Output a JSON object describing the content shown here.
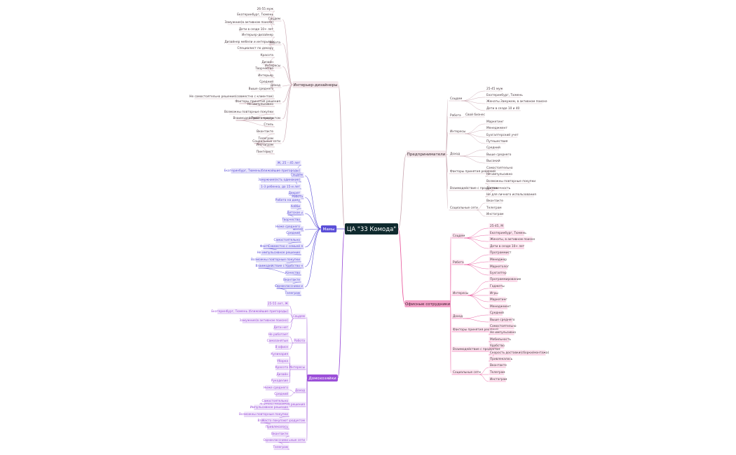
{
  "root": "ЦА \"33 Комода\"",
  "branches": [
    {
      "id": "designers",
      "label": "Интерьер-дизайнеры",
      "color": "#c9a6b0",
      "fill": "#f4e7eb",
      "text": "#3a2a30",
      "groups": [
        {
          "label": "Соцдем",
          "items": [
            "26-55 муж",
            "Екатеринбург, Тюмень",
            "Замужние(в активном поиске)",
            "Дети в сезде 10+ лет"
          ]
        },
        {
          "label": "Работа",
          "items": [
            "Интерьер-дизайнер",
            "Дизайнер мебели и интерьера",
            "Специалист по декору"
          ]
        },
        {
          "label": "Интересы",
          "items": [
            "Красота",
            "Дизайн",
            "Творчество",
            "Интерьер"
          ]
        },
        {
          "label": "Доход",
          "items": [
            "Средний",
            "Выше среднего"
          ]
        },
        {
          "label": "Факторы принятия решения",
          "items": [
            "Не самостоятельно решение(совместно с клиентом)",
            "Не импульсивно"
          ]
        },
        {
          "label": "Взаимодействие с продуктом",
          "items": [
            "Возможны повторные покупки",
            "Практичность",
            "Стиль"
          ]
        },
        {
          "label": "Социальные сети",
          "items": [
            "Вконтакте",
            "Телеграм",
            "Инстаграм",
            "Пинтерест"
          ]
        }
      ]
    },
    {
      "id": "moms",
      "label": "Мамы",
      "color": "#5b4fd8",
      "fill": "#5b4fd8",
      "text": "#ffffff",
      "groups": [
        {
          "label": "Соцдем",
          "items": [
            "Ж, 25 – 45 лет",
            "Екатеринбург, Тюмень(ближайшие пригороды)",
            "Замужние(есть одинокие)",
            "1-3 ребенка, до 15-и лет"
          ]
        },
        {
          "label": "Работа",
          "items": [
            "Декрет",
            "Работа на дому"
          ]
        },
        {
          "label": "Интересы",
          "items": [
            "Хобби",
            "Детское",
            "Творчество"
          ]
        },
        {
          "label": "Доход",
          "items": [
            "Ниже среднего",
            "Средний"
          ]
        },
        {
          "label": "Фактор принятия решения",
          "items": [
            "Самостоятельно",
            "Совместно с семьей",
            "Не импульсивное решение"
          ]
        },
        {
          "label": "Взаимодействие с продуктом",
          "items": [
            "Возможны повторные покупки",
            "Удобство",
            "Качество"
          ]
        },
        {
          "label": "Социальные сети",
          "items": [
            "Вконтакте",
            "Одноклассники",
            "Телеграм"
          ]
        }
      ]
    },
    {
      "id": "housewives",
      "label": "Домохозяйки",
      "color": "#9b4fd8",
      "fill": "#9b4fd8",
      "text": "#ffffff",
      "groups": [
        {
          "label": "Соцдем",
          "items": [
            "25-55 лет, Ж",
            "Екатеринбург, Тюмень (ближайшие пригороды)",
            "Замужние(в активном поиске)",
            "Дети нет"
          ]
        },
        {
          "label": "Работа",
          "items": [
            "Не работает",
            "Самозанятые",
            "В офисе"
          ]
        },
        {
          "label": "Интересы",
          "items": [
            "Кулинария",
            "Уборка",
            "Красота",
            "Дизайн",
            "Рукоделие"
          ]
        },
        {
          "label": "Доход",
          "items": [
            "Ниже среднего",
            "Средний"
          ]
        },
        {
          "label": "Факторы принятия решения",
          "items": [
            "Самостоятельно",
            "Импульсивное решение"
          ]
        },
        {
          "label": "Взаимодействие с продуктом",
          "items": [
            "Возможны повторные покупки",
            "Часто покупают",
            "Привлекалось"
          ]
        },
        {
          "label": "Социальные сети",
          "items": [
            "Вконтакте",
            "Одноклассники",
            "Телеграм"
          ]
        }
      ]
    },
    {
      "id": "entrepreneurs",
      "label": "Предприниматели",
      "color": "#c9a6b0",
      "fill": "#f4e7eb",
      "text": "#3a2a30",
      "groups": [
        {
          "label": "Соцдем",
          "items": [
            "25-45 муж",
            "Екатеринбург, Тюмень",
            "Женаты.Замужем, в активном поиске",
            "Дети в сезде 10 и 40"
          ]
        },
        {
          "label": "Работа",
          "items": [
            "Свой бизнес"
          ]
        },
        {
          "label": "Интересы",
          "items": [
            "Маркетинг",
            "Менеджмент",
            "Бухгалтерский учет",
            "Путешествия"
          ]
        },
        {
          "label": "Доход",
          "items": [
            "Средний",
            "Выше среднего",
            "Высокий"
          ]
        },
        {
          "label": "Факторы принятия решений",
          "items": [
            "Самостоятельно",
            "Не импульсивно"
          ]
        },
        {
          "label": "Взаимодействие с продуктом",
          "items": [
            "Возможны повторные покупки",
            "Долговечность",
            "Не для личного использования"
          ]
        },
        {
          "label": "Социальные сети",
          "items": [
            "Вконтакте",
            "Телеграм",
            "Инстаграм"
          ]
        }
      ]
    },
    {
      "id": "office",
      "label": "Офисные сотрудники",
      "color": "#e8559a",
      "fill": "#f2a3c8",
      "text": "#3a1a2a",
      "groups": [
        {
          "label": "Соцдем",
          "items": [
            "25-45, М",
            "Екатеринбург, Тюмень",
            "Женаты, в активном поиске",
            "Дети в сезде 10+ лет"
          ]
        },
        {
          "label": "Работа",
          "items": [
            "Программист",
            "Менеджер",
            "Маркетолог",
            "Бухгалтер"
          ]
        },
        {
          "label": "Интересы",
          "items": [
            "Программирование",
            "Гаджеты",
            "Игры",
            "Маркетинг",
            "Менеджмент"
          ]
        },
        {
          "label": "Доход",
          "items": [
            "Средний",
            "Выше среднего"
          ]
        },
        {
          "label": "Факторы принятия решений",
          "items": [
            "Самостоятельно",
            "Не импульсивно"
          ]
        },
        {
          "label": "Взаимодействие с продуктом",
          "items": [
            "Мобильность",
            "Удобство",
            "Скорость доставки(сборки/монтажа)",
            "Привлекалось"
          ]
        },
        {
          "label": "Социальные сети",
          "items": [
            "Вконтакте",
            "Телеграм",
            "Инстаграм"
          ]
        }
      ]
    }
  ],
  "colors": {
    "root_fill": "#0f2a2e",
    "root_text": "#ffffff"
  }
}
